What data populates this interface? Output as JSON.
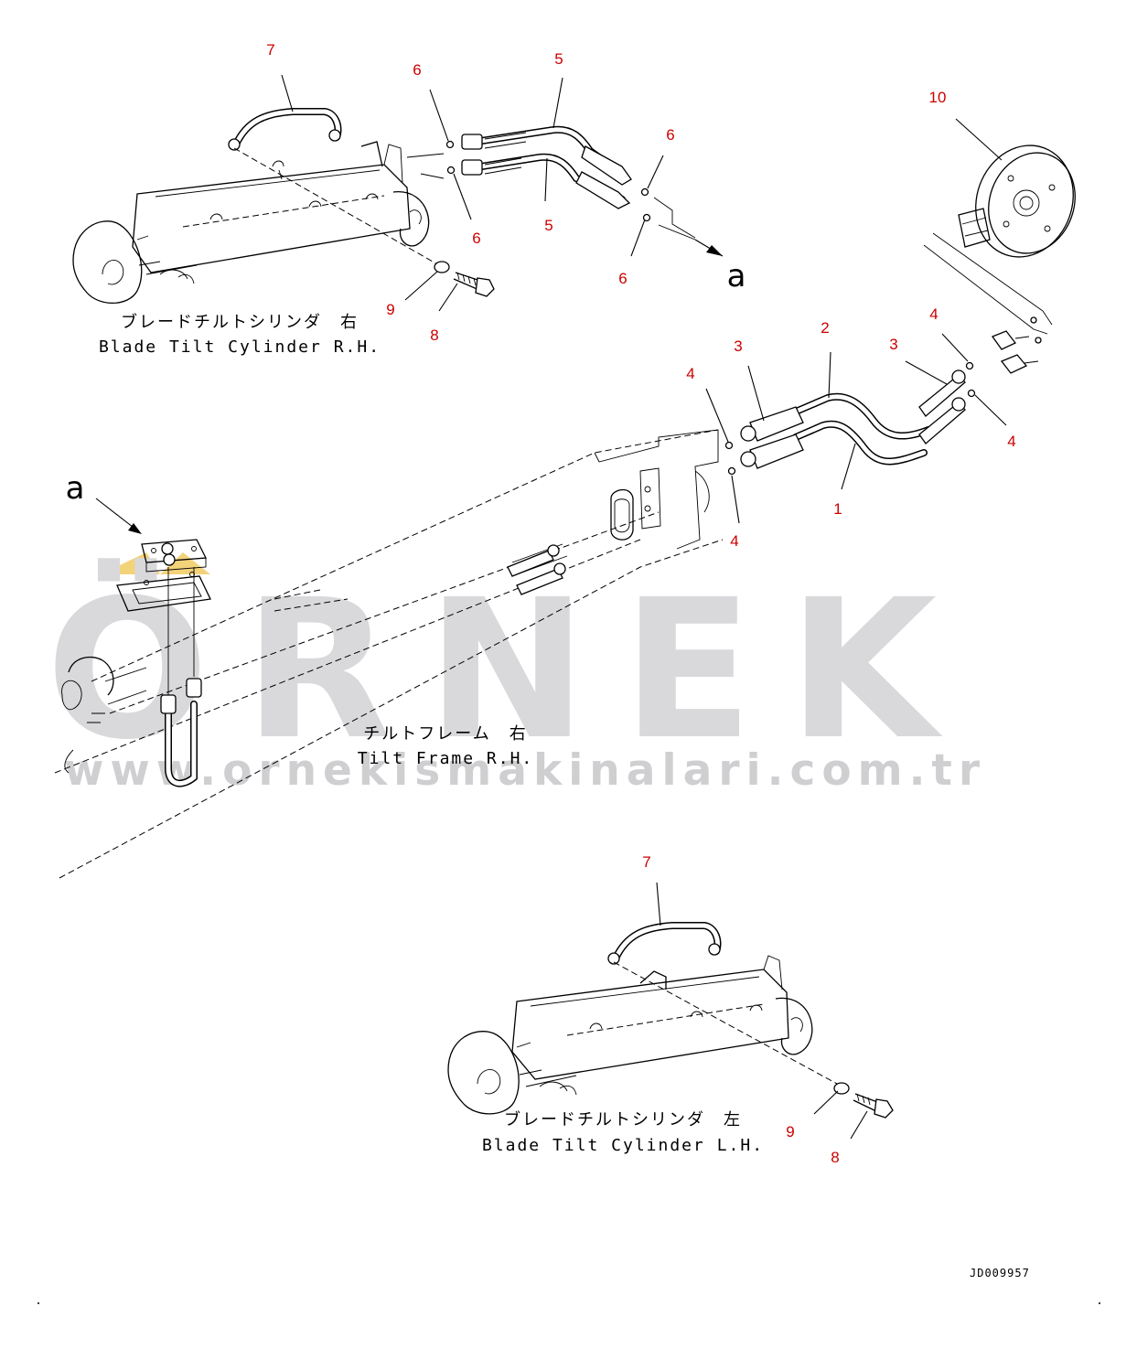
{
  "callouts": [
    {
      "label": "7"
    },
    {
      "label": "6"
    },
    {
      "label": "5"
    },
    {
      "label": "6"
    },
    {
      "label": "5"
    },
    {
      "label": "6"
    },
    {
      "label": "6"
    },
    {
      "label": "9"
    },
    {
      "label": "8"
    },
    {
      "label": "10"
    },
    {
      "label": "2"
    },
    {
      "label": "3"
    },
    {
      "label": "3"
    },
    {
      "label": "4"
    },
    {
      "label": "4"
    },
    {
      "label": "4"
    },
    {
      "label": "1"
    },
    {
      "label": "4"
    },
    {
      "label": "7"
    },
    {
      "label": "9"
    },
    {
      "label": "8"
    }
  ],
  "captions": {
    "rh_cylinder_jp": "ブレードチルトシリンダ　右",
    "rh_cylinder_en": "Blade Tilt Cylinder R.H.",
    "tilt_frame_jp": "チルトフレーム　右",
    "tilt_frame_en": "Tilt Frame R.H.",
    "lh_cylinder_jp": "ブレードチルトシリンダ　左",
    "lh_cylinder_en": "Blade Tilt Cylinder L.H."
  },
  "reference_letters": {
    "a_arrow_right": "a",
    "a_arrow_left": "a"
  },
  "document_id": "JD009957",
  "watermark": {
    "logo_text": "ÖRNEK",
    "url_text": "www.ornekismakinalari.com.tr"
  },
  "colors": {
    "callout": "#cc0000",
    "watermark": "#d9d9dc",
    "line": "#000000",
    "accent_logo": "#f0c040"
  }
}
